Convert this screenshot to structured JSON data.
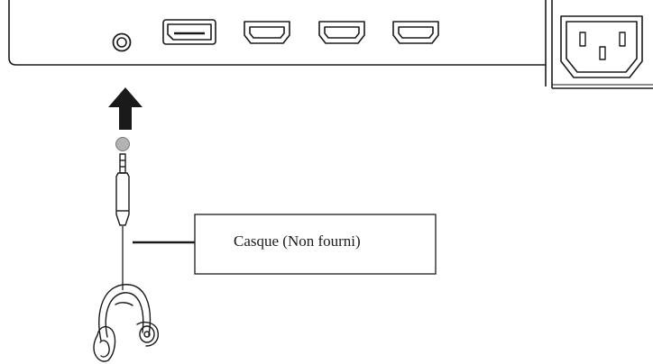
{
  "callout": {
    "label": "Casque (Non fourni)"
  },
  "ports": {
    "audio": "headphone-jack-port",
    "video": [
      "displayport-port",
      "hdmi-port",
      "hdmi-port",
      "hdmi-port"
    ],
    "power": "ac-power-inlet"
  },
  "icons": {
    "direction": "arrow-up-icon",
    "connector": "audio-plug-icon",
    "accessory": "headphones-icon"
  },
  "colors": {
    "line": "#1a1a1a",
    "cable": "#6e6e6e",
    "plug_tip": "#b3b3b3"
  }
}
